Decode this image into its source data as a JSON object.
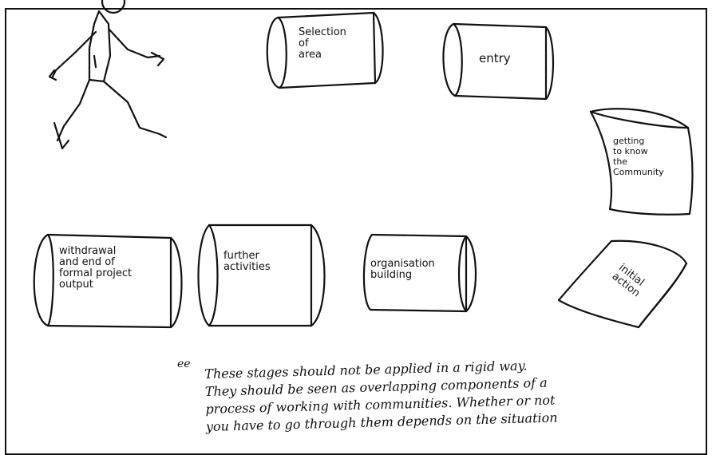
{
  "stages": {
    "selection": "Selection\nof\narea",
    "entry": "entry",
    "getting_to_know": "getting\nto know\nthe\nCommunity",
    "initial_action": "initial\naction",
    "organisation": "organisation\nbuilding",
    "further": "further\nactivities",
    "withdrawal": "withdrawal\nand end of\nformal project\noutput"
  },
  "note": {
    "mark": "ee",
    "lines": [
      "These  stages should not be applied in a rigid way.",
      "They should be seen as overlapping components of a",
      "process of working with communities. Whether or not",
      "you have to go through them depends on the situation"
    ]
  }
}
